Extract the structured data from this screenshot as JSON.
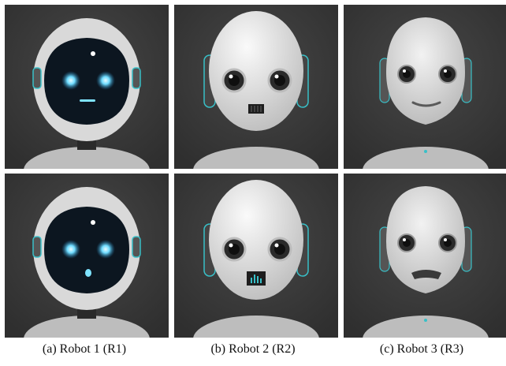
{
  "captions": [
    "(a) Robot 1 (R1)",
    "(b) Robot 2 (R2)",
    "(c) Robot 3 (R3)"
  ],
  "colors": {
    "panel_bg": "#3a3a3a",
    "shell_white": "#e6e6e6",
    "visor_dark": "#0c1620",
    "eye_glow": "#59d6ff",
    "accent_teal": "#38c0c8"
  },
  "rows": [
    {
      "robots": [
        {
          "type": "screen-face",
          "mouth": "line"
        },
        {
          "type": "ball-head",
          "mouth": "grille"
        },
        {
          "type": "skin-face",
          "mouth": "smile"
        }
      ]
    },
    {
      "robots": [
        {
          "type": "screen-face",
          "mouth": "dot"
        },
        {
          "type": "ball-head",
          "mouth": "open-grille"
        },
        {
          "type": "skin-face",
          "mouth": "open"
        }
      ]
    }
  ]
}
